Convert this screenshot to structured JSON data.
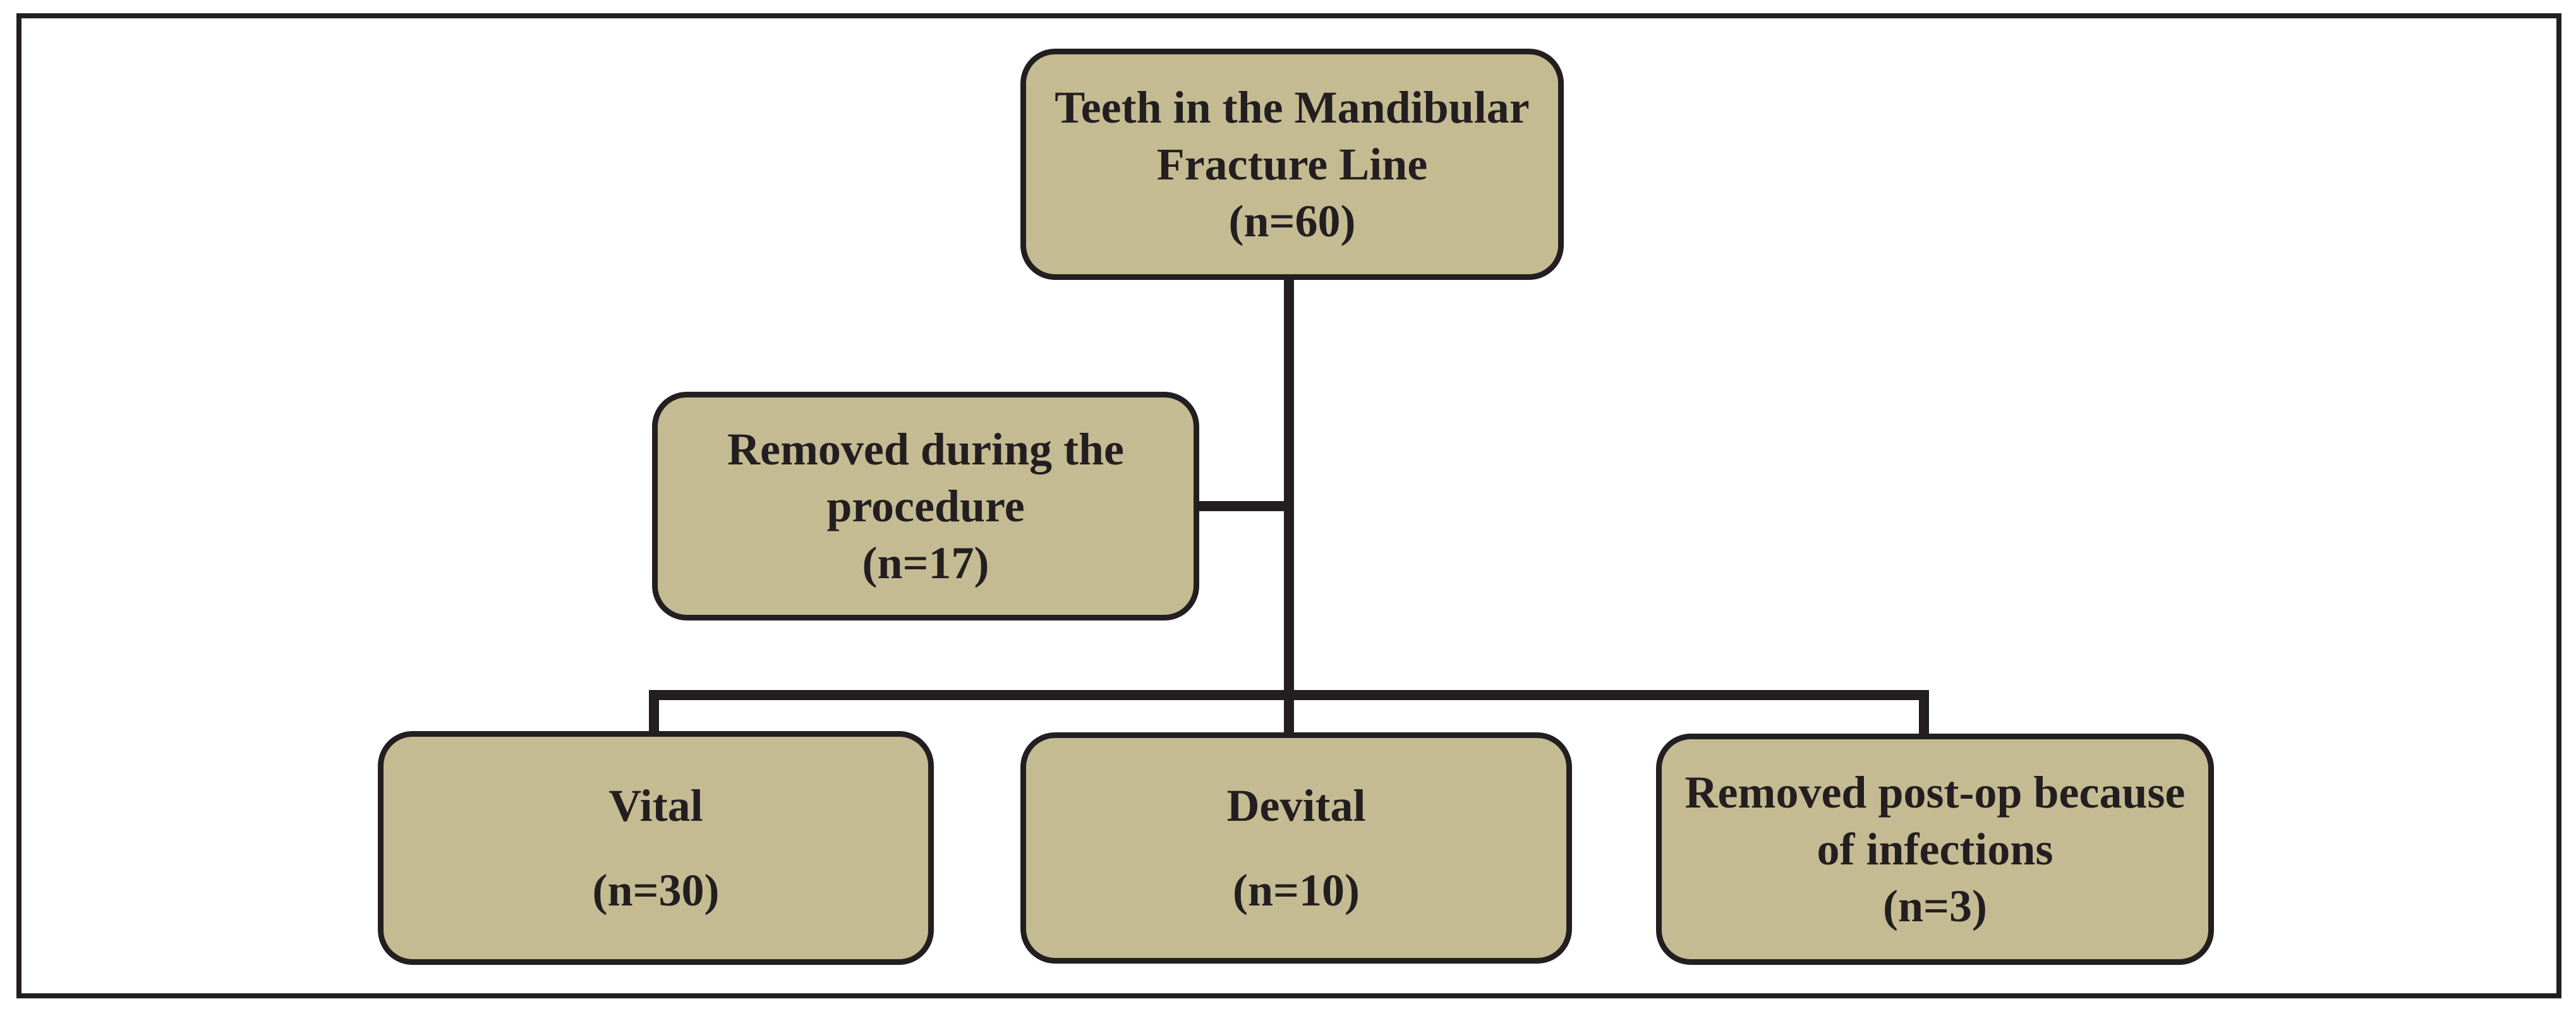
{
  "diagram": {
    "type": "flowchart",
    "colors": {
      "background": "#ffffff",
      "box_fill": "#c5bb93",
      "box_border": "#231f20",
      "connector": "#231f20",
      "text": "#231f20",
      "frame_border": "#231f20"
    },
    "nodes": {
      "root": {
        "lines": [
          "Teeth in the Mandibular",
          "Fracture Line",
          "(n=60)"
        ],
        "n": 60
      },
      "removed_during": {
        "lines": [
          "Removed during the",
          "procedure",
          "(n=17)"
        ],
        "n": 17
      },
      "vital": {
        "lines": [
          "Vital",
          "(n=30)"
        ],
        "n": 30
      },
      "devital": {
        "lines": [
          "Devital",
          "(n=10)"
        ],
        "n": 10
      },
      "removed_postop": {
        "lines": [
          "Removed post-op because",
          "of infections",
          "(n=3)"
        ],
        "n": 3
      }
    },
    "edges": [
      {
        "from": "root",
        "to": "removed_during"
      },
      {
        "from": "root",
        "to": "vital"
      },
      {
        "from": "root",
        "to": "devital"
      },
      {
        "from": "root",
        "to": "removed_postop"
      }
    ]
  }
}
